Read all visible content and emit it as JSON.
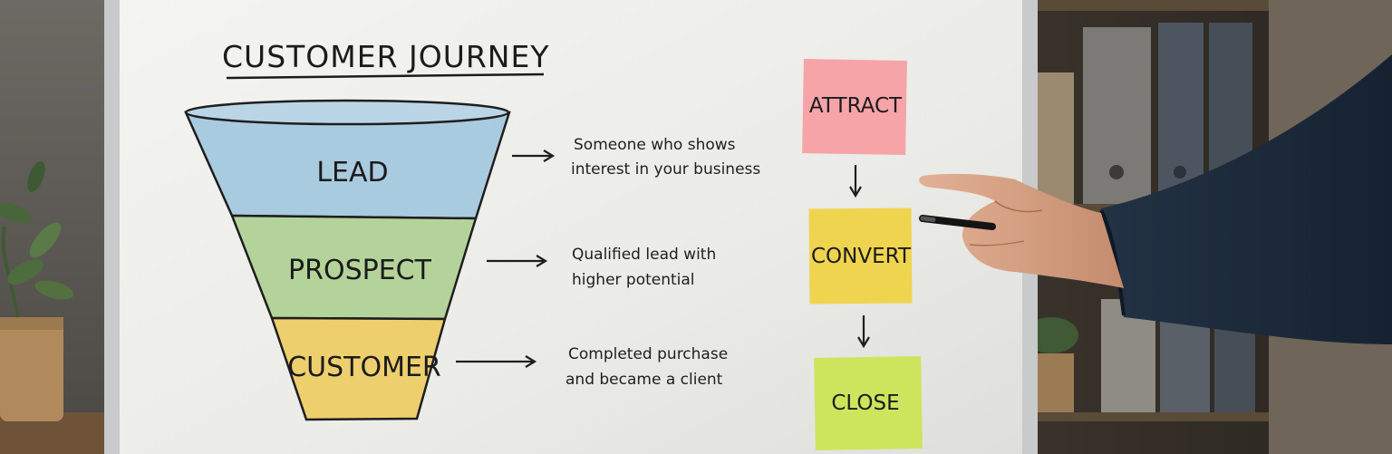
{
  "board": {
    "title": "CUSTOMER JOURNEY",
    "funnel": [
      {
        "label": "LEAD",
        "color": "#a9cbe0",
        "description": [
          "Someone who shows",
          "interest in your business"
        ]
      },
      {
        "label": "PROSPECT",
        "color": "#b4d39a",
        "description": [
          "Qualified lead with",
          "higher potential"
        ]
      },
      {
        "label": "CUSTOMER",
        "color": "#eecf6e",
        "description": [
          "Completed purchase",
          "and became a client"
        ]
      }
    ],
    "sticky_notes": [
      {
        "label": "ATTRACT",
        "color": "#f6a4a8"
      },
      {
        "label": "CONVERT",
        "color": "#efd44f"
      },
      {
        "label": "CLOSE",
        "color": "#cde55c"
      }
    ]
  }
}
